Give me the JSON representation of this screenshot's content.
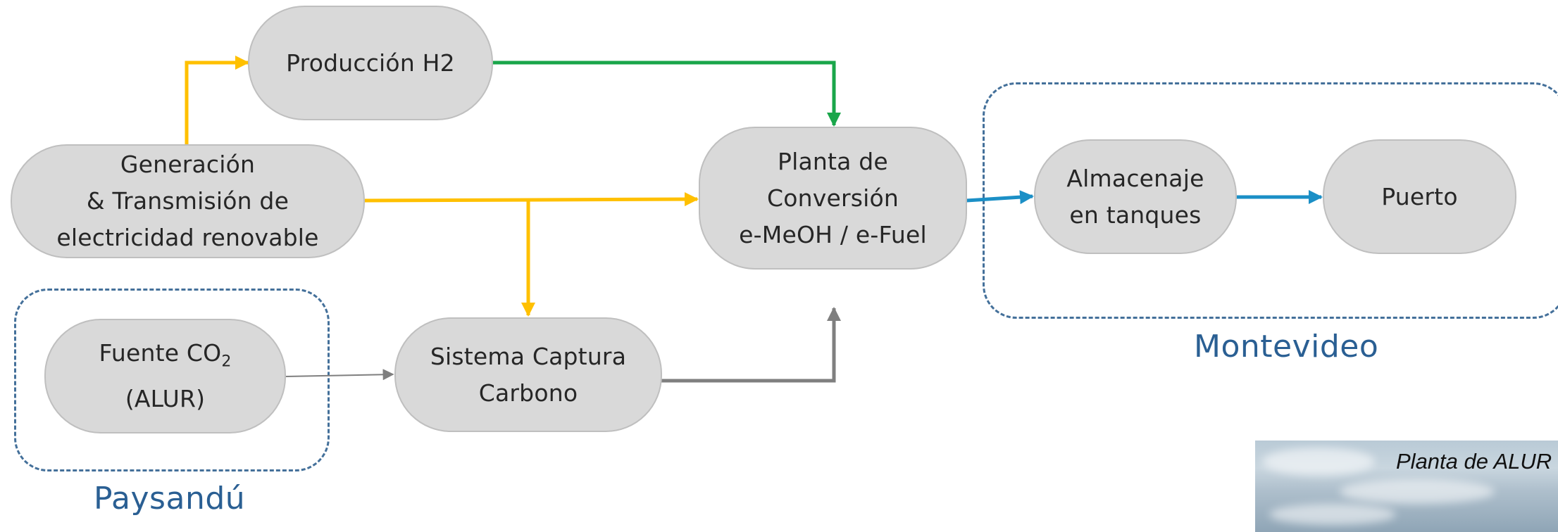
{
  "nodes": {
    "produccion_h2": {
      "line1": "Producción H2"
    },
    "generacion": {
      "line1": "Generación",
      "line2": "& Transmisión de",
      "line3": "electricidad renovable"
    },
    "planta_conversion": {
      "line1": "Planta de",
      "line2": "Conversión",
      "line3": "e-MeOH / e-Fuel"
    },
    "almacenaje": {
      "line1": "Almacenaje",
      "line2": "en tanques"
    },
    "puerto": {
      "line1": "Puerto"
    },
    "fuente_co2": {
      "line1_prefix": "Fuente CO",
      "line1_sub": "2",
      "line2": "(ALUR)"
    },
    "sistema_captura": {
      "line1": "Sistema Captura",
      "line2": "Carbono"
    }
  },
  "regions": {
    "montevideo": {
      "label": "Montevideo"
    },
    "paysandu": {
      "label": "Paysandú"
    }
  },
  "photo": {
    "caption": "Planta de ALUR"
  },
  "colors": {
    "electricity_arrow": "#ffc000",
    "hydrogen_arrow": "#1aa64a",
    "fuel_arrow": "#1b8fc6",
    "co2_arrow": "#7f7f7f",
    "node_fill": "#d9d9d9",
    "node_border": "#bfbfbf",
    "region_border": "#44709a",
    "region_label": "#2a5f93"
  }
}
